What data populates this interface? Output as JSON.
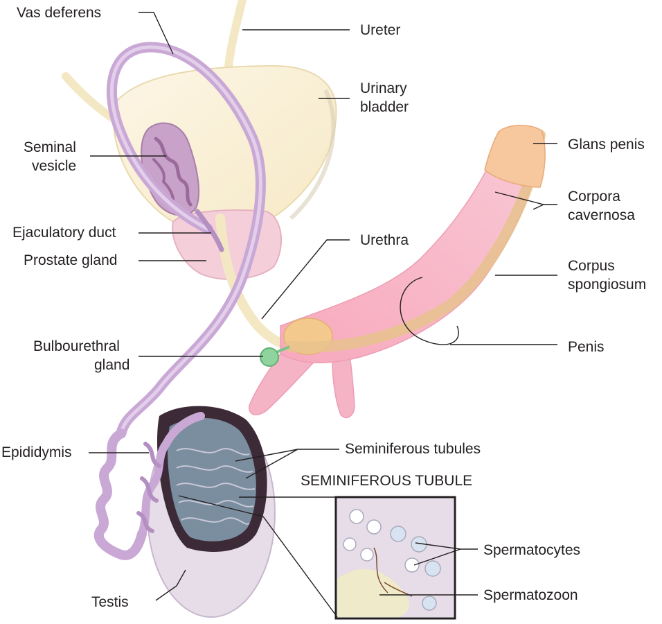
{
  "labels": {
    "vas_deferens": "Vas deferens",
    "ureter": "Ureter",
    "urinary_bladder_1": "Urinary",
    "urinary_bladder_2": "bladder",
    "seminal_vesicle_1": "Seminal",
    "seminal_vesicle_2": "vesicle",
    "glans_penis": "Glans penis",
    "corpora_cavernosa_1": "Corpora",
    "corpora_cavernosa_2": "cavernosa",
    "ejaculatory_duct": "Ejaculatory duct",
    "urethra": "Urethra",
    "prostate_gland": "Prostate gland",
    "corpus_spongiosum_1": "Corpus",
    "corpus_spongiosum_2": "spongiosum",
    "bulbourethral_gland_1": "Bulbourethral",
    "bulbourethral_gland_2": "gland",
    "penis": "Penis",
    "epididymis": "Epididymis",
    "seminiferous_tubules": "Seminiferous tubules",
    "seminiferous_tubule_title": "SEMINIFEROUS TUBULE",
    "spermatocytes": "Spermatocytes",
    "spermatozoon": "Spermatozoon",
    "testis": "Testis"
  },
  "colors": {
    "vas_deferens": "#c9a8d6",
    "bladder": "#fbf2d9",
    "prostate": "#f4cfd9",
    "penis": "#f8b9ca",
    "glans": "#f7c89e",
    "spongiosum": "#e8c28d",
    "bulbourethral": "#8fd39d",
    "testis": "#e6dde8",
    "tubules": "#6d8fa5",
    "leader": "#231f20"
  }
}
